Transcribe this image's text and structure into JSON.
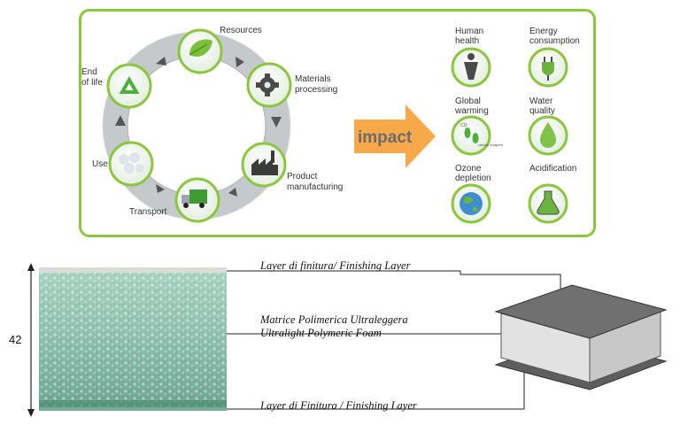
{
  "lifecycle": {
    "stages": {
      "resources": "Resources",
      "materials_processing": [
        "Materials",
        "processing"
      ],
      "product_manufacturing": [
        "Product",
        "manufacturing"
      ],
      "transport": "Transport",
      "use": "Use",
      "end_of_life": [
        "End",
        "of life"
      ]
    },
    "impact_arrow_label": "impact",
    "impacts": {
      "human_health": [
        "Human",
        "health"
      ],
      "energy_consumption": [
        "Energy",
        "consumption"
      ],
      "global_warming": [
        "Global",
        "warming"
      ],
      "water_quality": [
        "Water",
        "quality"
      ],
      "ozone_depletion": [
        "Ozone",
        "depletion"
      ],
      "acidification": "Acidification"
    },
    "badge_text": [
      "CO",
      "carbon footprint"
    ],
    "colors": {
      "accent_green": "#8cc63f",
      "impact_orange": "#f7a94a",
      "ring_gray": "#c9ccce"
    }
  },
  "panel": {
    "thickness_value": "42",
    "layers": {
      "top_finishing": "Layer di finitura/ Finishing Layer",
      "core_line1": "Matrice Polimerica Ultraleggera",
      "core_line2": "Ultralight Polymeric Foam",
      "bottom_finishing": "Layer di Finitura / Finishing Layer"
    },
    "colors": {
      "foam": "#8dbfae",
      "layer_dark": "#6e6e6e",
      "core_gray": "#d6d6d6"
    }
  }
}
